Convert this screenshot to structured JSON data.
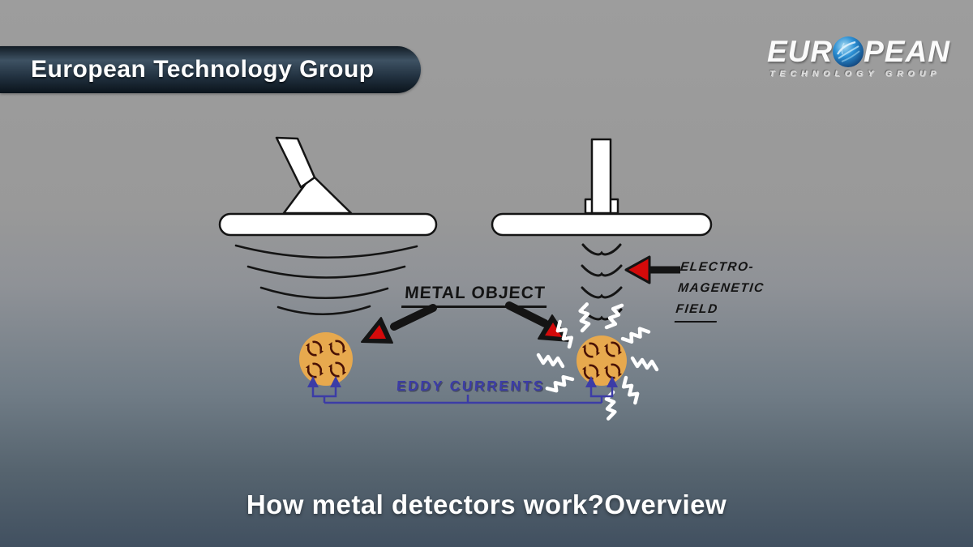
{
  "banner": {
    "title": "European Technology Group"
  },
  "logo": {
    "word_before_globe": "EUR",
    "word_after_globe": "PEAN",
    "subtitle": "TECHNOLOGY GROUP",
    "globe_color": "#2b8fd4"
  },
  "diagram": {
    "labels": {
      "metal_object": "METAL OBJECT",
      "em_field_line1": "ELECTRO-",
      "em_field_line2": "MAGENETIC",
      "em_field_line3": "FIELD",
      "eddy_currents": "EDDY CURRENTS"
    },
    "colors": {
      "coin": "#e7a94e",
      "coin_swirl": "#4a1205",
      "arrow_red": "#d40a0a",
      "eddy_blue": "#3c3ca6",
      "outline_black": "#141414",
      "squiggle_white": "#ffffff",
      "detector_fill": "#ffffff"
    }
  },
  "footer": {
    "title": "How metal detectors work?Overview"
  }
}
